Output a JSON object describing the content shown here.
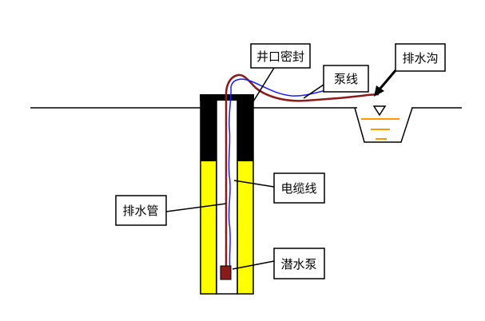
{
  "labels": {
    "wellhead_seal": "井口密封",
    "pump_cable": "泵线",
    "drain_ditch": "排水沟",
    "power_cable": "电缆线",
    "drain_pipe": "排水管",
    "submersible_pump": "潜水泵"
  },
  "colors": {
    "casing_fill": "#ffff00",
    "casing_top": "#000000",
    "pipe": "#8b1a1a",
    "cable": "#1a1aff",
    "water_level": "#ff9900",
    "outline": "#000000"
  }
}
